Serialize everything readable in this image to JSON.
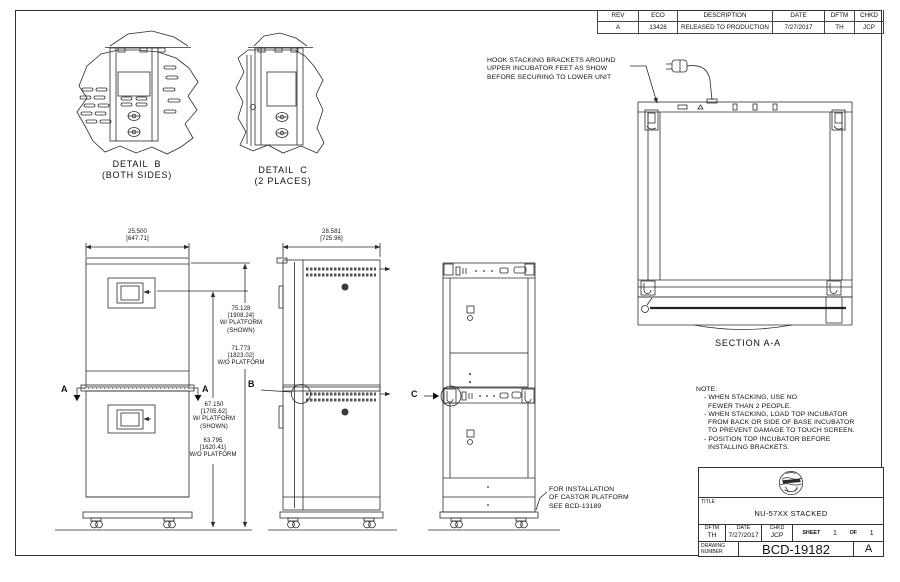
{
  "colors": {
    "line": "#2b2b2b",
    "text": "#111111",
    "background": "#ffffff"
  },
  "revision_table": {
    "headers": [
      "REV",
      "ECO",
      "DESCRIPTION",
      "DATE",
      "DFTM",
      "CHKD"
    ],
    "row": {
      "rev": "A",
      "eco": "13428",
      "description": "RELEASED TO PRODUCTION",
      "date": "7/27/2017",
      "dftm": "TH",
      "chkd": "JCP"
    }
  },
  "details": {
    "b": {
      "title": "DETAIL  B",
      "subtitle": "(BOTH SIDES)"
    },
    "c": {
      "title": "DETAIL  C",
      "subtitle": "(2 PLACES)"
    }
  },
  "markers": {
    "a": "A",
    "b": "B",
    "c": "C"
  },
  "dimensions": {
    "front_width": {
      "in": "25.500",
      "mm": "[647.71]"
    },
    "side_width": {
      "in": "28.581",
      "mm": "[725.96]"
    },
    "stack_with_platform": {
      "in": "75.128",
      "mm": "[1908.24]",
      "note1": "W/ PLATFORM",
      "note2": "(SHOWN)"
    },
    "stack_without_platform": {
      "in": "71.773",
      "mm": "[1823.02]",
      "note1": "W/O PLATFORM"
    },
    "screen_with_platform": {
      "in": "67.150",
      "mm": "[1705.62]",
      "note1": "W/ PLATFORM",
      "note2": "(SHOWN)"
    },
    "screen_without_platform": {
      "in": "63.795",
      "mm": "[1620.41]",
      "note1": "W/O PLATFORM"
    }
  },
  "annotations": {
    "hook_note": {
      "lines": [
        "HOOK STACKING BRACKETS AROUND",
        "UPPER INCUBATOR FEET AS SHOW",
        "BEFORE SECURING TO LOWER UNIT"
      ]
    },
    "castor_note": {
      "lines": [
        "FOR INSTALLATION",
        "OF CASTOR PLATFORM",
        "SEE BCD-13189"
      ]
    },
    "section_label": "SECTION A-A",
    "notes": {
      "title": "NOTE:",
      "lines": [
        "- WHEN STACKING, USE NO",
        "  FEWER THAN 2 PEOPLE.",
        "- WHEN STACKING, LOAD TOP INCUBATOR",
        "  FROM BACK OR SIDE OF BASE INCUBATOR",
        "  TO PREVENT DAMAGE TO TOUCH SCREEN.",
        "- POSITION TOP INCUBATOR BEFORE",
        "  INSTALLING BRACKETS."
      ]
    }
  },
  "title_block": {
    "logo_icon": "nuaire-globe-logo",
    "title_label": "TITLE",
    "title": "NU-57XX STACKED",
    "dftm_label": "DFTM",
    "dftm": "TH",
    "date_label": "DATE",
    "date": "7/27/2017",
    "chkd_label": "CHKD",
    "chkd": "JCP",
    "sheet_label": "SHEET",
    "sheet_number": "1",
    "sheet_of": "OF",
    "sheet_total": "1",
    "drawing_number_label_line1": "DRAWING",
    "drawing_number_label_line2": "NUMBER",
    "drawing_number": "BCD-19182",
    "revision": "A"
  }
}
